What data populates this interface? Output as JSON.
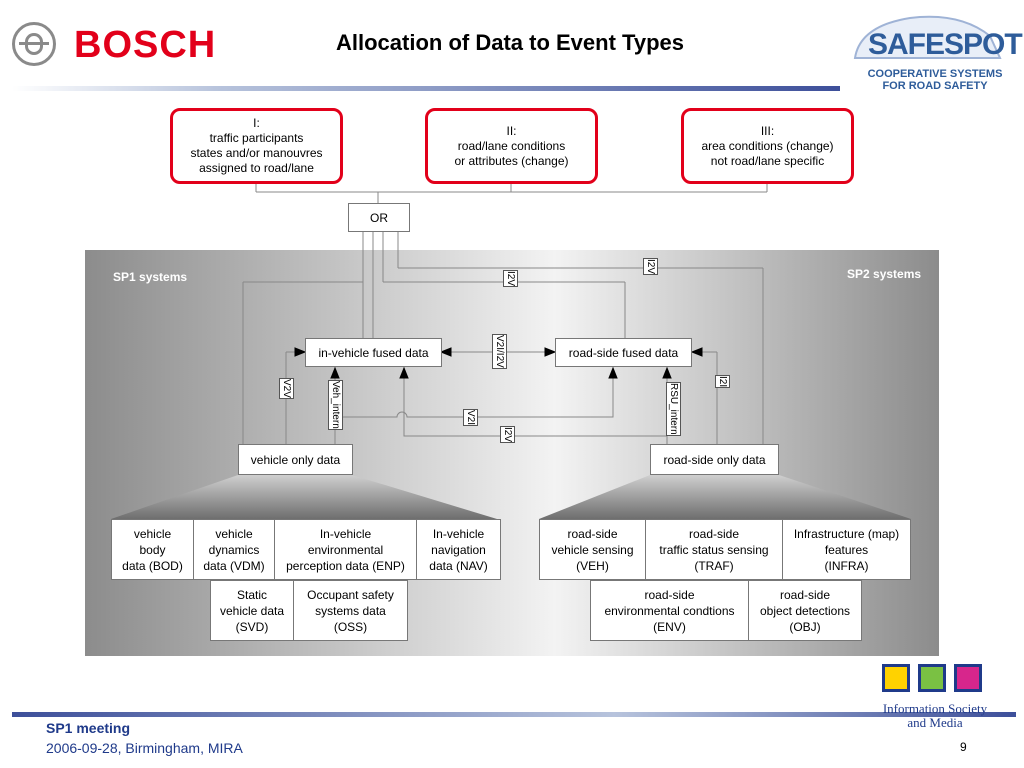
{
  "header": {
    "bosch_logo_text": "BOSCH",
    "title": "Allocation of Data to Event Types",
    "safespot_logo_text": "SAFESPOT",
    "safespot_tagline_1": "COOPERATIVE SYSTEMS",
    "safespot_tagline_2": "FOR ROAD SAFETY"
  },
  "event_types": [
    {
      "lines": [
        "I:",
        "traffic participants",
        "states and/or manouvres",
        "assigned to road/lane"
      ]
    },
    {
      "lines": [
        "II:",
        "road/lane conditions",
        "or attributes (change)"
      ]
    },
    {
      "lines": [
        "III:",
        "area conditions (change)",
        "not road/lane specific"
      ]
    }
  ],
  "or_node": "OR",
  "panel": {
    "sp1_label": "SP1 systems",
    "sp2_label": "SP2 systems"
  },
  "nodes": {
    "in_vehicle_fused": "in-vehicle fused data",
    "road_side_fused": "road-side fused data",
    "vehicle_only": "vehicle only data",
    "road_side_only": "road-side only data"
  },
  "edge_labels": {
    "i2v_top": "I2V",
    "i2v_mid": "I2V",
    "v2i_i2v": "V2I/I2V",
    "v2v": "V2V",
    "veh_intern": "Veh_intern",
    "v2i": "V2I",
    "i2v_low": "I2V",
    "rsu_intern": "RSU_intern",
    "i2i": "I2I"
  },
  "sp1_row1": [
    {
      "lines": [
        "vehicle",
        "body",
        "data (BOD)"
      ]
    },
    {
      "lines": [
        "vehicle",
        "dynamics",
        "data (VDM)"
      ]
    },
    {
      "lines": [
        "In-vehicle",
        "environmental",
        "perception data (ENP)"
      ]
    },
    {
      "lines": [
        "In-vehicle",
        "navigation",
        "data (NAV)"
      ]
    }
  ],
  "sp1_row2": [
    {
      "lines": [
        "Static",
        "vehicle data",
        "(SVD)"
      ]
    },
    {
      "lines": [
        "Occupant safety",
        "systems data",
        "(OSS)"
      ]
    }
  ],
  "sp2_row1": [
    {
      "lines": [
        "road-side",
        "vehicle sensing",
        "(VEH)"
      ]
    },
    {
      "lines": [
        "road-side",
        "traffic status sensing",
        "(TRAF)"
      ]
    },
    {
      "lines": [
        "Infrastructure (map)",
        "features",
        "(INFRA)"
      ]
    }
  ],
  "sp2_row2": [
    {
      "lines": [
        "road-side",
        "environmental condtions",
        "(ENV)"
      ]
    },
    {
      "lines": [
        "road-side",
        "object detections",
        "(OBJ)"
      ]
    }
  ],
  "footer": {
    "meeting": "SP1 meeting",
    "date_place": "2006-09-28, Birmingham, MIRA",
    "page": "9",
    "ism_logo_line1": "Information Society",
    "ism_logo_line2": "and Media"
  },
  "colors": {
    "bosch_red": "#e2001a",
    "event_border": "#e2001a",
    "footer_blue": "#1f3a8a",
    "safespot_blue": "#2e5c9a"
  }
}
